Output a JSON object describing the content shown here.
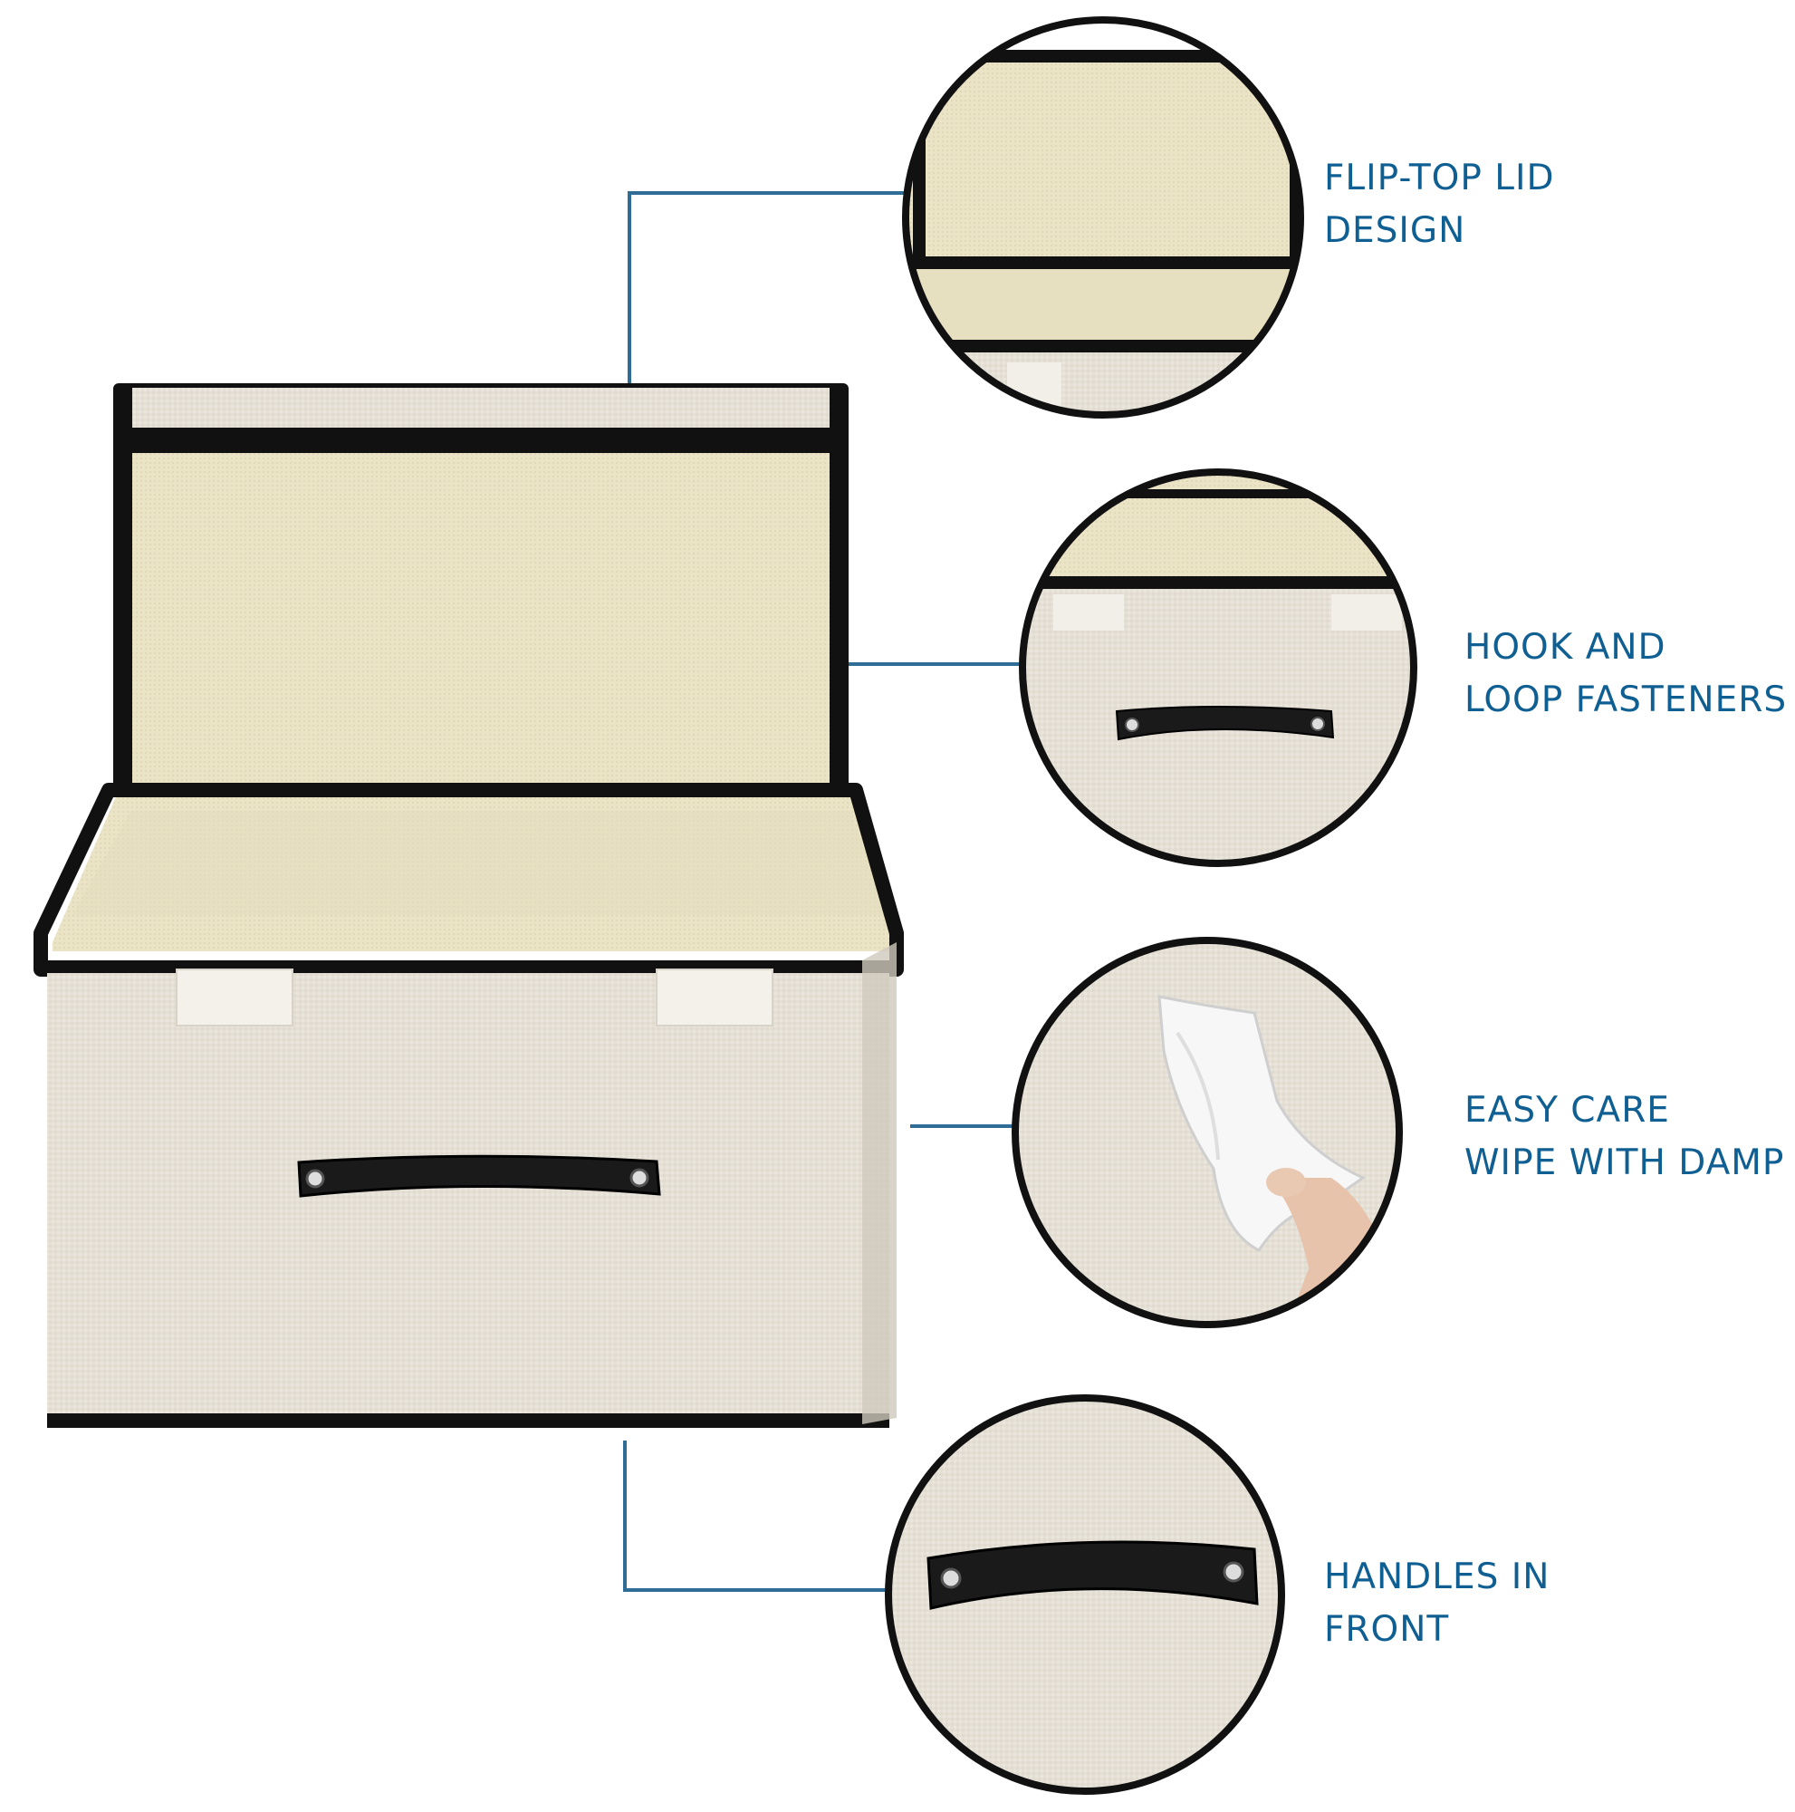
{
  "colors": {
    "accent_text": "#0f5f93",
    "connector_line": "#2f6d96",
    "fabric": "#e5e0d6",
    "fabric_interior": "#e9e2c6",
    "trim": "#111111",
    "background": "#ffffff"
  },
  "product": {
    "description_name": "storage-box-with-flip-top-lid"
  },
  "features": [
    {
      "id": "flip-top-lid",
      "line1": "FLIP-TOP LID",
      "line2": "DESIGN",
      "icon": "lid-closeup-icon"
    },
    {
      "id": "hook-and-loop",
      "line1": "HOOK AND",
      "line2": "LOOP FASTENERS",
      "icon": "fastener-closeup-icon"
    },
    {
      "id": "easy-care",
      "line1": "EASY CARE",
      "line2": "WIPE WITH DAMP",
      "icon": "wipe-closeup-icon"
    },
    {
      "id": "handles",
      "line1": "HANDLES IN",
      "line2": "FRONT",
      "icon": "handle-closeup-icon"
    }
  ]
}
